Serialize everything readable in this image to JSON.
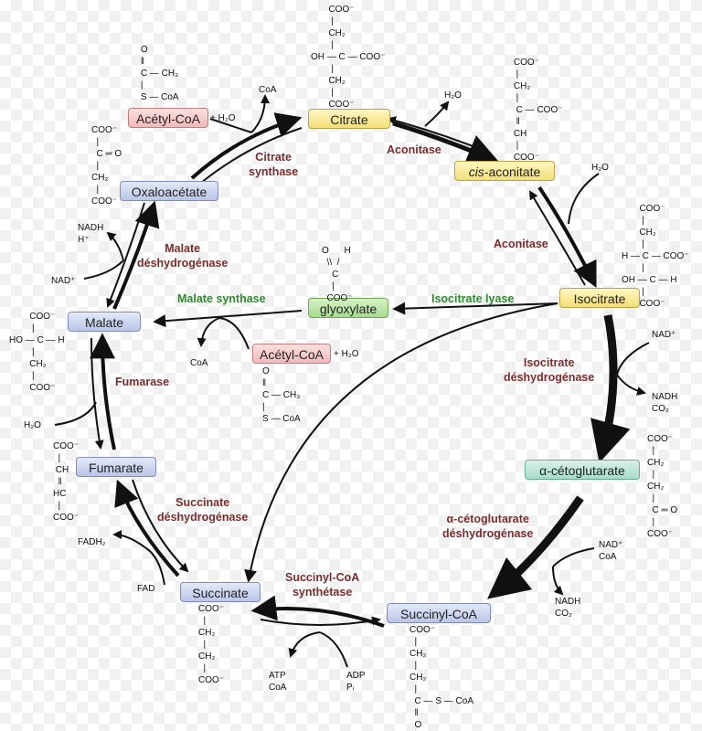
{
  "metabolites": {
    "citrate": "Citrate",
    "cis_prefix": "cis",
    "cis_suffix": "-aconitate",
    "isocitrate": "Isocitrate",
    "alpha_ketoglutarate": "α-cétoglutarate",
    "succinyl_coa": "Succinyl-CoA",
    "succinate": "Succinate",
    "fumarate": "Fumarate",
    "malate": "Malate",
    "oxaloacetate": "Oxaloacétate",
    "acetyl_coa_top": "Acétyl-CoA",
    "acetyl_coa_mid": "Acétyl-CoA",
    "glyoxylate": "glyoxylate"
  },
  "enzymes": {
    "citrate_synthase": "Citrate\nsynthase",
    "aconitase_1": "Aconitase",
    "aconitase_2": "Aconitase",
    "isocitrate_dh": "Isocitrate\ndéshydrogénase",
    "akg_dh": "α-cétoglutarate\ndéshydrogénase",
    "succinyl_coa_synthetase": "Succinyl-CoA\nsynthétase",
    "succinate_dh": "Succinate\ndéshydrogénase",
    "fumarase": "Fumarase",
    "malate_dh": "Malate\ndéshydrogénase",
    "malate_synthase": "Malate synthase",
    "isocitrate_lyase": "Isocitrate lyase"
  },
  "cofactors": {
    "plus_h2o_top": "+ H₂O",
    "plus_h2o_mid": "+ H₂O",
    "coa_top": "CoA",
    "coa_mid": "CoA",
    "h2o_aconitase_out": "H₂O",
    "h2o_aconitase_in": "H₂O",
    "h2o_fumarase": "H₂O",
    "nad_isocitrate": "NAD⁺",
    "nadh_co2_isocitrate": "NADH\nCO₂",
    "nad_coa_akg": "NAD⁺\nCoA",
    "nadh_co2_akg": "NADH\nCO₂",
    "atp_coa": "ATP\nCoA",
    "adp_pi": "ADP\nPᵢ",
    "fadh2": "FADH₂",
    "fad": "FAD",
    "nadh_h": "NADH\nH⁺",
    "nad_malate": "NAD⁺"
  },
  "structures": {
    "acetylcoa_top": "     O\n     ‖\n     C — CH₃\n     |\n     S — CoA",
    "citrate": "       COO⁻\n        |\n       CH₂\n        |\nOH — C — COO⁻\n        |\n       CH₂\n        |\n       COO⁻",
    "cis_aconitate": "     COO⁻\n      |\n     CH₂\n      |\n      C — COO⁻\n      ‖\n     CH\n      |\n     COO⁻",
    "isocitrate": "       COO⁻\n        |\n       CH₂\n        |\nH — C — COO⁻\n        |\nOH — C — H\n        |\n       COO⁻",
    "akg": "COO⁻\n  |\nCH₂\n  |\nCH₂\n  |\n  C ═ O\n  |\nCOO⁻",
    "succinyl_coa": "COO⁻\n  |\nCH₂\n  |\nCH₂\n  |\n  C — S — CoA\n  ‖\n  O",
    "succinate": "COO⁻\n  |\nCH₂\n  |\nCH₂\n  |\nCOO⁻",
    "fumarate": "COO⁻\n  |\n CH\n  ‖\nHC\n  |\nCOO⁻",
    "malate": "        COO⁻\n         |\nHO — C — H\n         |\n        CH₂\n         |\n        COO⁻",
    "oxaloacetate": "COO⁻\n  |\n  C ═ O\n  |\nCH₂\n  |\nCOO⁻",
    "glyoxylate": "O      H\n  \\\\  /\n    C\n    |\n  COO⁻",
    "acetylcoa_mid": "O\n‖\nC — CH₃\n|\nS — CoA"
  }
}
